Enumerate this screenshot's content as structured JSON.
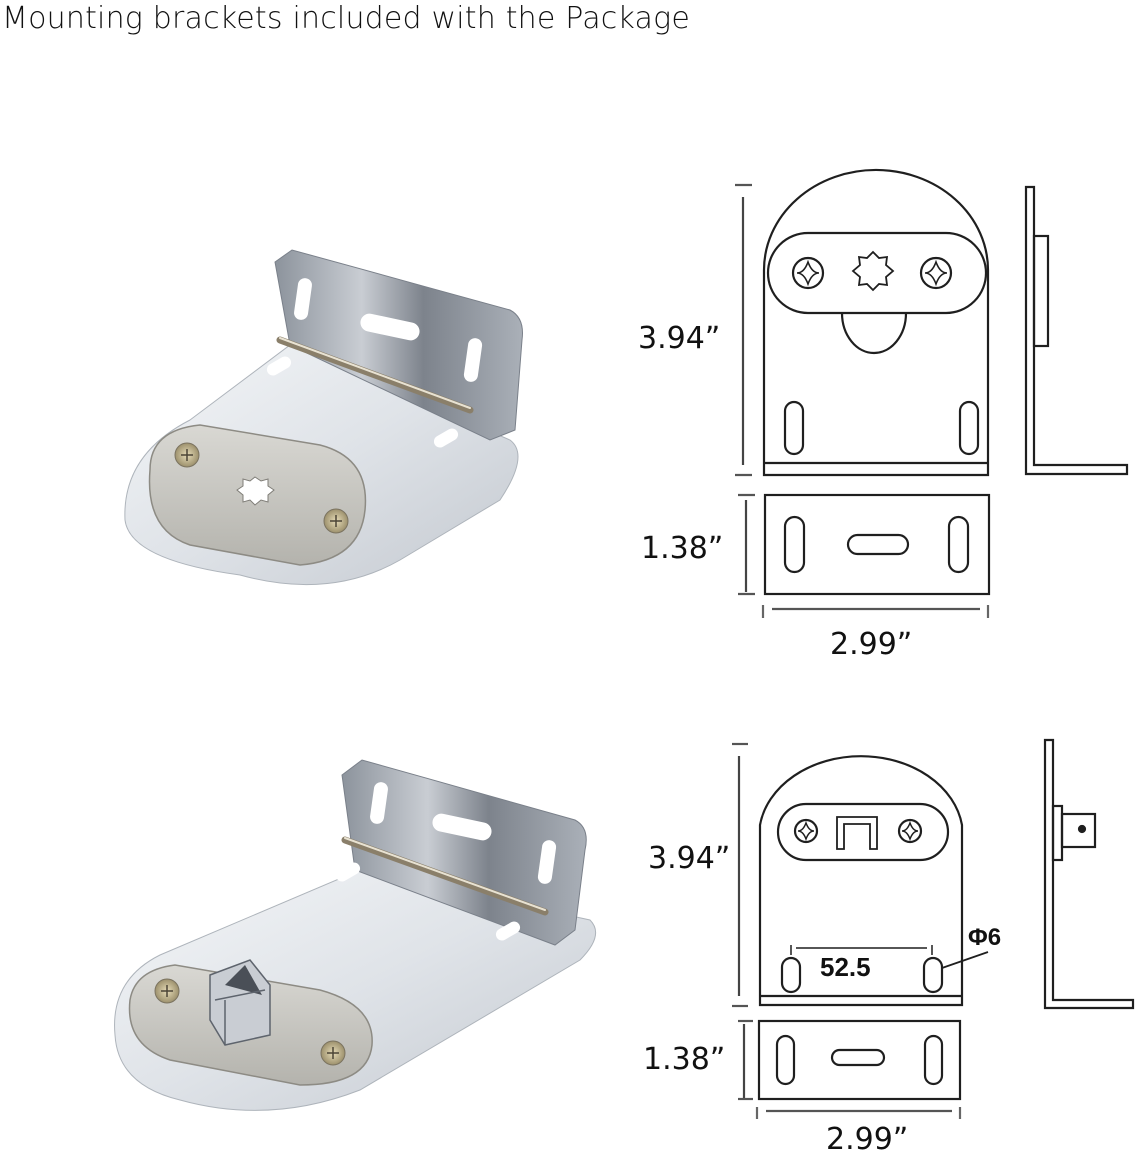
{
  "title": "Mounting brackets included with the Package",
  "brackets": [
    {
      "name": "Bracket with star (splined) drive",
      "photo": "star-hole bracket photo",
      "height_label": "3.94”",
      "depth_label": "1.38”",
      "width_label": "2.99”"
    },
    {
      "name": "Bracket with square drive",
      "photo": "square-drive bracket photo",
      "height_label": "3.94”",
      "depth_label": "1.38”",
      "width_label": "2.99”",
      "hole_spacing_label": "52.5",
      "hole_diameter_label": "Φ6"
    }
  ],
  "colors": {
    "line": "#1a1a1a",
    "dim_line": "#444444",
    "metal_light": "#e9ecf0",
    "metal_mid": "#b9bfc8",
    "metal_dark": "#6d737c",
    "screw": "#cbbf9c"
  }
}
